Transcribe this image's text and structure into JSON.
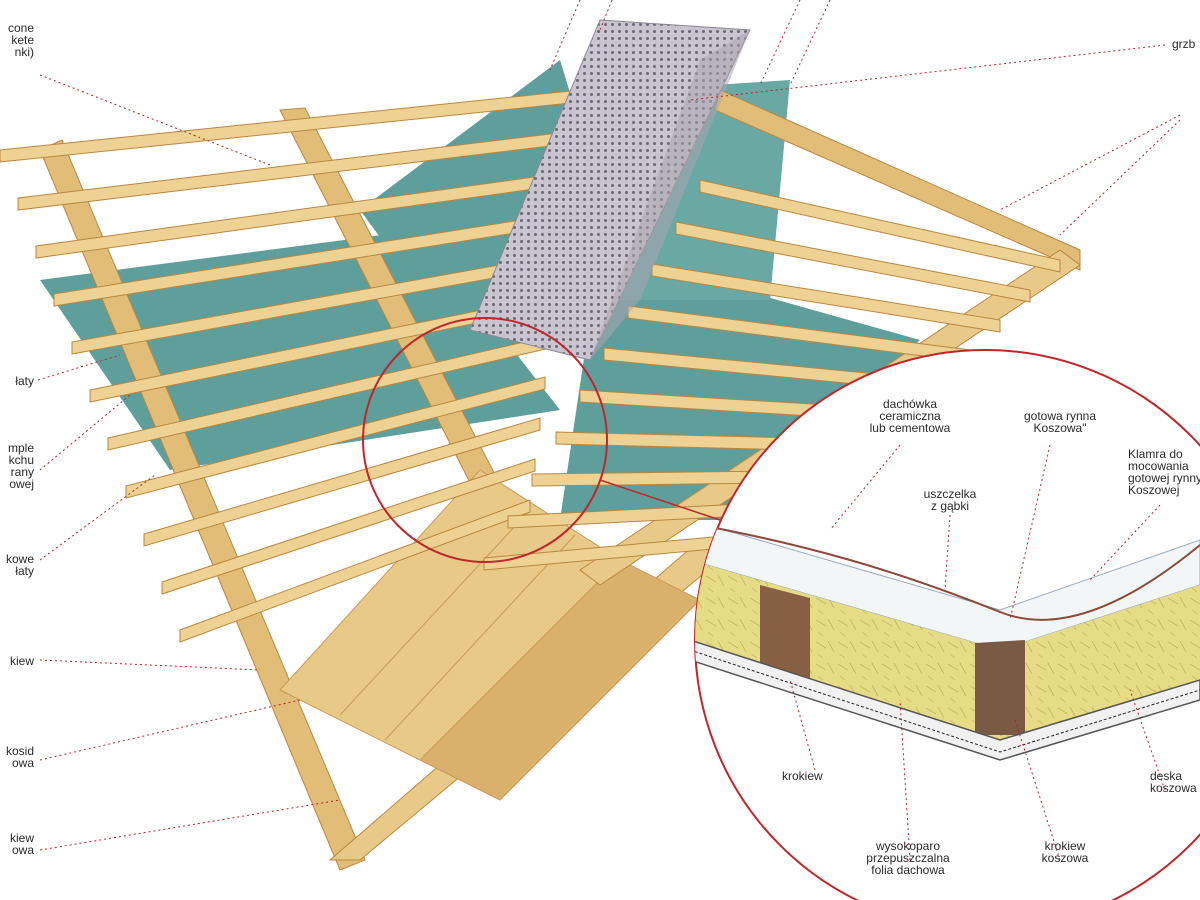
{
  "left_labels": [
    {
      "id": "top",
      "text": "cone\nkete\nnki)"
    },
    {
      "id": "mid1",
      "text": "łaty"
    },
    {
      "id": "mid2",
      "text": "mple\nkchu\nrany\nowej"
    },
    {
      "id": "mid3",
      "text": "kowe\nłaty"
    },
    {
      "id": "low1",
      "text": "kiew"
    },
    {
      "id": "low2",
      "text": "kosid\nowa"
    },
    {
      "id": "low3",
      "text": "kiew\nowa"
    }
  ],
  "right_labels": [
    {
      "id": "top-right",
      "text": "grzb"
    }
  ],
  "detail_labels": [
    {
      "id": "dachowka",
      "text": "dachówka\nceramiczna\nlub cementowa"
    },
    {
      "id": "gasiory",
      "text": "gotowa rynna\nKoszowa\""
    },
    {
      "id": "klamra",
      "text": "Klamra do\nmocowania\ngotowej rynny\nKoszowej"
    },
    {
      "id": "uszczelka",
      "text": "uszczelka\nz gąbki"
    },
    {
      "id": "krokiew",
      "text": "krokiew"
    },
    {
      "id": "deska",
      "text": "deska\nkoszowa"
    },
    {
      "id": "folia",
      "text": "wysokoparo\nprzepuszczalna\nfolia dachowa"
    },
    {
      "id": "krokiew-koszowa",
      "text": "krokiew\nkoszowa"
    }
  ],
  "colors": {
    "wood": "#e9c987",
    "wood_dark": "#b9873f",
    "membrane": "#5f9f9b",
    "membrane_dark": "#4d8580",
    "mesh": "#b7b2be",
    "insulation": "#e6dc86",
    "rafter_section": "#876043",
    "leader": "#b0252a",
    "circle": "#c0262b"
  },
  "icons": [
    "magnifier-circle"
  ]
}
